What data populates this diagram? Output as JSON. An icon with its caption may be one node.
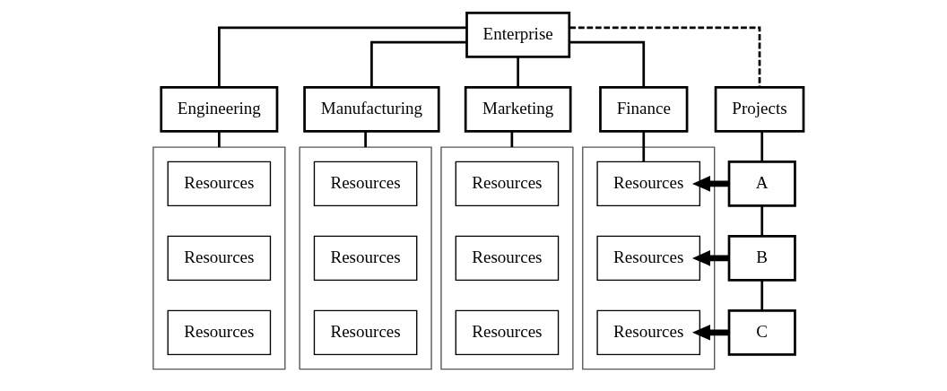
{
  "diagram": {
    "nodes": [
      {
        "text": [
          "Enterprise"
        ]
      },
      {
        "text": [
          "Engineering"
        ]
      },
      {
        "text": [
          "Manufacturing"
        ]
      },
      {
        "text": [
          "Marketing"
        ]
      },
      {
        "text": [
          "Finance"
        ]
      },
      {
        "text": [
          "Projects"
        ]
      },
      {
        "text": [],
        "shape": "box"
      },
      {
        "text": [
          "Resources"
        ],
        "in": 6
      },
      {
        "text": [
          "Resources"
        ],
        "in": 6
      },
      {
        "text": [
          "Resources"
        ],
        "in": 6
      },
      {
        "text": [],
        "shape": "box"
      },
      {
        "text": [
          "Resources"
        ],
        "in": 10
      },
      {
        "text": [
          "Resources"
        ],
        "in": 10
      },
      {
        "text": [
          "Resources"
        ],
        "in": 10
      },
      {
        "text": [],
        "shape": "box"
      },
      {
        "text": [
          "Resources"
        ],
        "in": 14
      },
      {
        "text": [
          "Resources"
        ],
        "in": 14
      },
      {
        "text": [
          "Resources"
        ],
        "in": 14
      },
      {
        "text": [],
        "shape": "box"
      },
      {
        "text": [
          "Resources"
        ],
        "in": 18
      },
      {
        "text": [
          "Resources"
        ],
        "in": 18
      },
      {
        "text": [
          "Resources"
        ],
        "in": 18
      },
      {
        "text": [
          "A"
        ]
      },
      {
        "text": [
          "B"
        ]
      },
      {
        "text": [
          "C"
        ]
      }
    ],
    "edges": [
      {
        "from": 0,
        "to": 1,
        "arrow": "none"
      },
      {
        "from": 0,
        "to": 2,
        "arrow": "none"
      },
      {
        "from": 0,
        "to": 3,
        "arrow": "none"
      },
      {
        "from": 0,
        "to": 4,
        "arrow": "none"
      },
      {
        "from": 0,
        "to": 5,
        "arrow": "none",
        "style": "dashed"
      },
      {
        "from": 1,
        "to": 6,
        "arrow": "none"
      },
      {
        "from": 2,
        "to": 10,
        "arrow": "none"
      },
      {
        "from": 3,
        "to": 14,
        "arrow": "none"
      },
      {
        "from": 4,
        "to": 19,
        "arrow": "none"
      },
      {
        "from": 5,
        "to": 22,
        "arrow": "none"
      },
      {
        "from": 22,
        "to": 23,
        "arrow": "none"
      },
      {
        "from": 23,
        "to": 24,
        "arrow": "none"
      },
      {
        "from": 22,
        "to": 19,
        "arrow": "to",
        "style": "thick"
      },
      {
        "from": 23,
        "to": 20,
        "arrow": "to",
        "style": "thick"
      },
      {
        "from": 24,
        "to": 21,
        "arrow": "to",
        "style": "thick"
      }
    ]
  }
}
